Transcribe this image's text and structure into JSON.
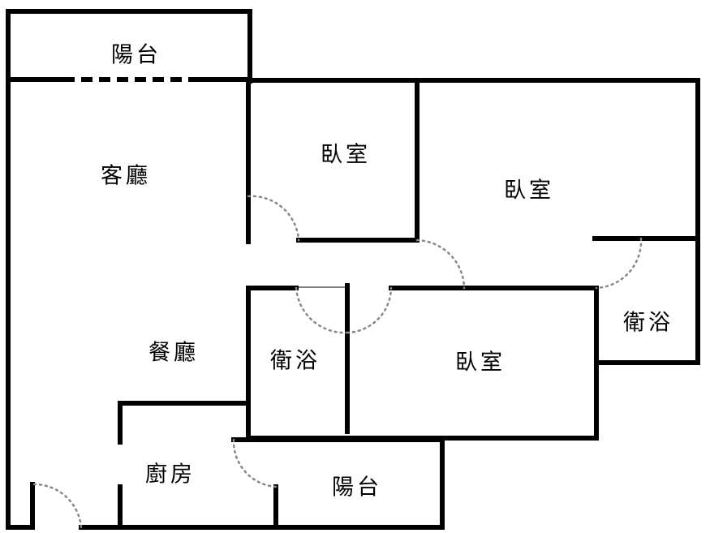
{
  "rooms": {
    "balcony_top": "陽台",
    "living_room": "客廳",
    "dining_room": "餐廳",
    "kitchen": "廚房",
    "balcony_bottom": "陽台",
    "bedroom_1": "臥室",
    "bedroom_2": "臥室",
    "bedroom_3": "臥室",
    "bathroom_1": "衛浴",
    "bathroom_2": "衛浴"
  }
}
